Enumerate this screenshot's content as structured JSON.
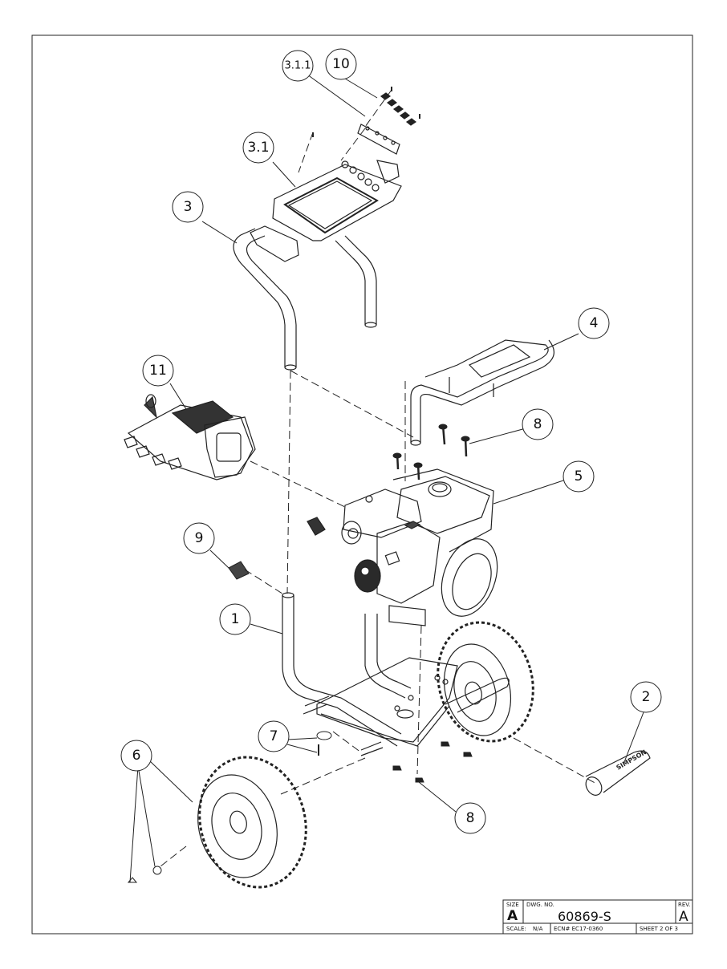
{
  "callouts": [
    {
      "id": "3.1.1",
      "small": true
    },
    {
      "id": "10"
    },
    {
      "id": "3.1"
    },
    {
      "id": "3"
    },
    {
      "id": "4"
    },
    {
      "id": "11"
    },
    {
      "id": "8"
    },
    {
      "id": "5"
    },
    {
      "id": "9"
    },
    {
      "id": "1"
    },
    {
      "id": "2"
    },
    {
      "id": "7"
    },
    {
      "id": "6"
    },
    {
      "id": "8"
    }
  ],
  "title_block": {
    "size_label": "SIZE",
    "size_value": "A",
    "dwg_no_label": "DWG.  NO.",
    "dwg_no_value": "60869-S",
    "rev_label": "REV.",
    "rev_value": "A",
    "scale_label": "SCALE:",
    "scale_value": "N/A",
    "ecn": "ECN# EC17-0360",
    "sheet": "SHEET 2 OF 3"
  },
  "part_marking": "SIMPSON"
}
